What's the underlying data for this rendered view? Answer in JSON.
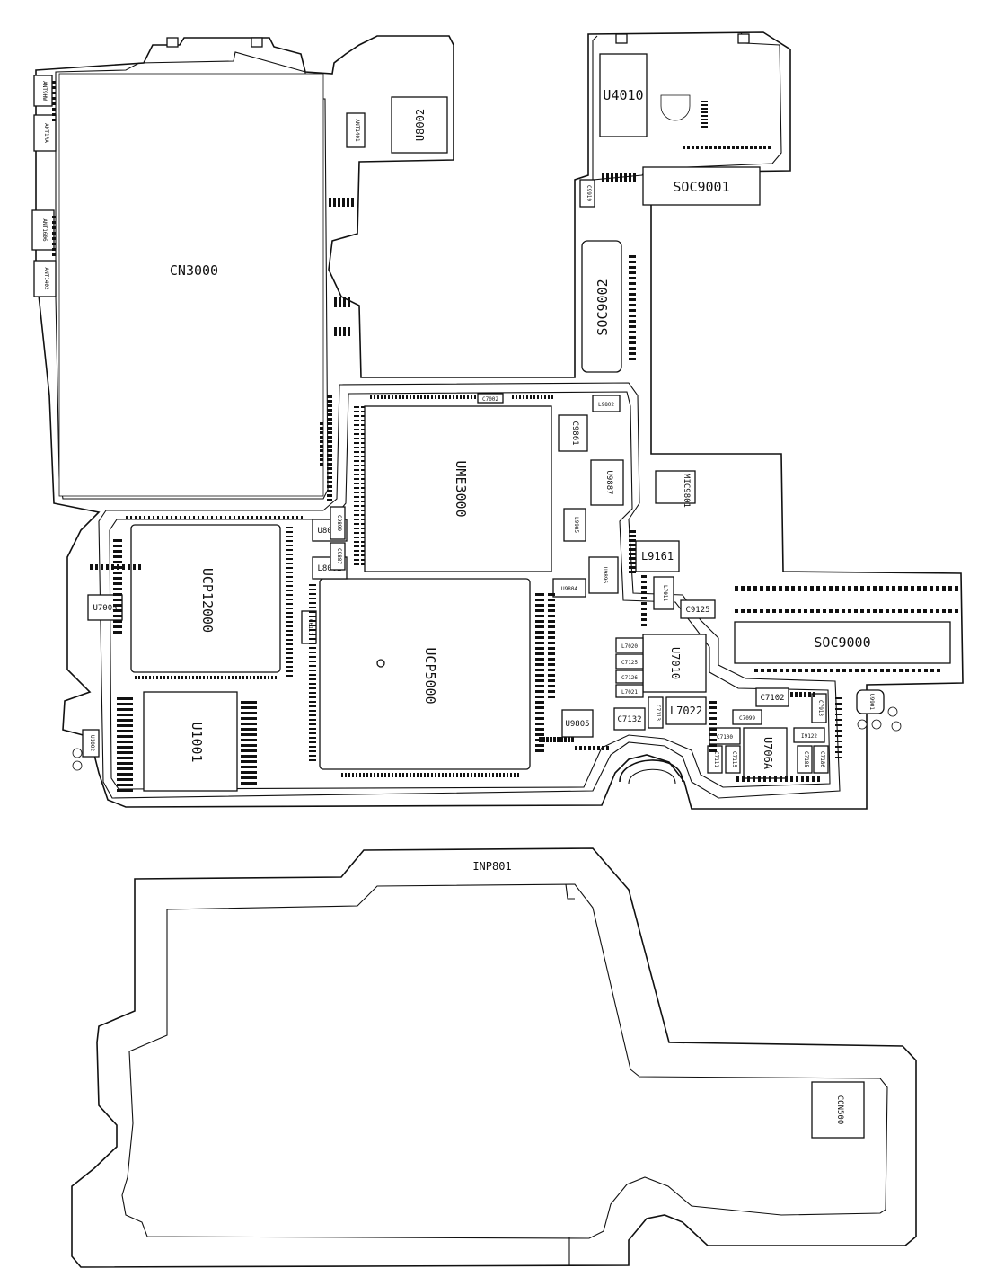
{
  "boardview": {
    "labels": {
      "cn3000": "CN3000",
      "ucp12000": "UCP12000",
      "ume3000": "UME3000",
      "ucp5000": "UCP5000",
      "u1001": "U1001",
      "u4010": "U4010",
      "soc9001": "SOC9001",
      "soc9002": "SOC9002",
      "soc9000": "SOC9000",
      "mic9801": "MIC9801",
      "l9161": "L9161",
      "u7010": "U7010",
      "l7022": "L7022",
      "c7132": "C7132",
      "u7005": "U7005",
      "l8002": "L8002",
      "u8001": "U8001",
      "u9805": "U9805",
      "l7020": "L7020",
      "c7125": "C7125",
      "c7126": "C7126",
      "l7021": "L7021",
      "c9125": "C9125",
      "c7102": "C7102",
      "c7099": "C7099",
      "c7100": "C7100",
      "c7111": "C7111",
      "c7115": "C7115",
      "u706a": "U706A",
      "c7185": "C7185",
      "c7186": "C7186",
      "i9122": "I9122",
      "c7913": "C7913",
      "l9802": "L9802",
      "c9861": "C9861",
      "u9887": "U9887",
      "l9985": "L9985",
      "u9896": "U9896",
      "l7011": "L7011",
      "u9804": "U9804",
      "c7113": "C7113",
      "c6111": "C6111",
      "c9887": "C9887",
      "c9899": "C9899",
      "u8002": "U8002",
      "ant9hw": "ANT9HW",
      "ant1ra": "ANT1RA",
      "ant1402": "ANT1402",
      "ant1606": "ANT1606",
      "ant1401": "ANT1401",
      "inp801": "INP801",
      "con500": "CON500",
      "c7002": "C7002",
      "c9919": "C9919",
      "u1002": "U1002",
      "u9901": "U9901"
    }
  }
}
